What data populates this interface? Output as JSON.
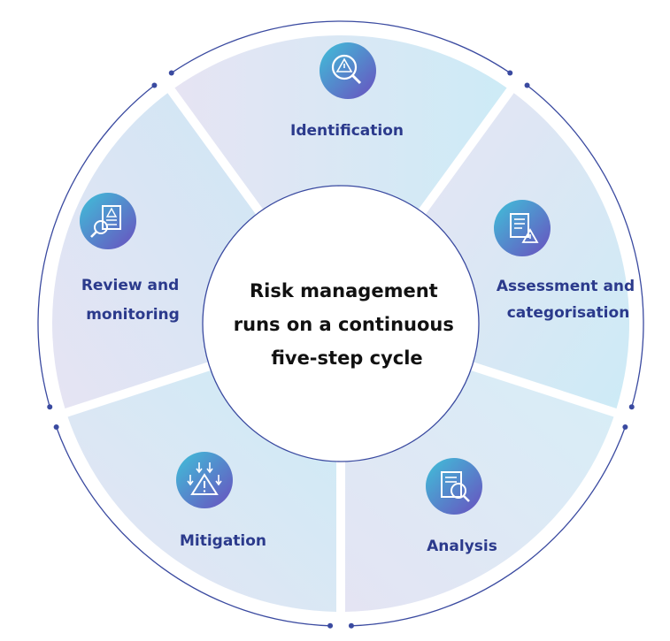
{
  "diagram": {
    "center_lines": [
      "Risk management",
      "runs on a continuous",
      "five-step cycle"
    ],
    "steps": [
      {
        "label_lines": [
          "Identification"
        ],
        "icon": "risk-search-icon"
      },
      {
        "label_lines": [
          "Assessment and",
          "categorisation"
        ],
        "icon": "report-warning-icon"
      },
      {
        "label_lines": [
          "Analysis"
        ],
        "icon": "document-analysis-icon"
      },
      {
        "label_lines": [
          "Mitigation"
        ],
        "icon": "downward-arrows-warning-icon"
      },
      {
        "label_lines": [
          "Review and",
          "monitoring"
        ],
        "icon": "document-review-icon"
      }
    ],
    "colors": {
      "segment_light": "#e4e6f4",
      "segment_cyan": "#cfeaf6",
      "label": "#2b3a8c",
      "outline": "#3a4aa0",
      "icon_start": "#3fc1d9",
      "icon_end": "#6a4fbf"
    }
  }
}
